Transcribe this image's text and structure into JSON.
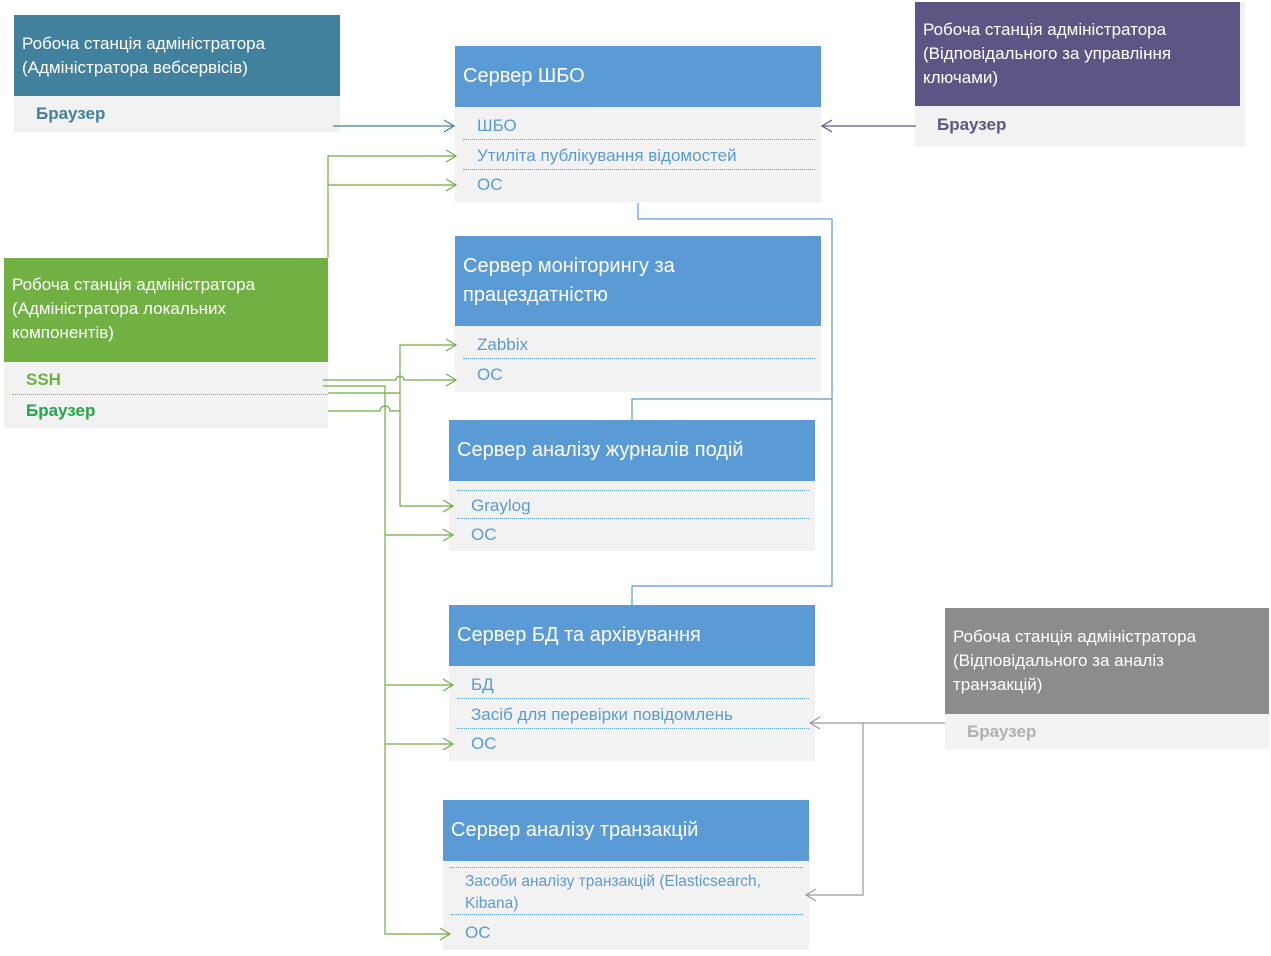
{
  "servers": {
    "shbo": {
      "title": "Сервер ШБО",
      "items": [
        "ШБО",
        "Утиліта публікування відомостей",
        "ОС"
      ]
    },
    "monitoring": {
      "title": "Сервер моніторингу за працездатністю",
      "items": [
        "Zabbix",
        "ОС"
      ]
    },
    "logs": {
      "title": "Сервер аналізу журналів подій",
      "items": [
        "Graylog",
        "ОС"
      ]
    },
    "db": {
      "title": "Сервер БД та архівування",
      "items": [
        "БД",
        "Засіб для перевірки повідомлень",
        "ОС"
      ]
    },
    "transactions": {
      "title": "Сервер аналізу транзакцій",
      "items": [
        "Засоби аналізу транзакцій (Elasticsearch, Kibana)",
        "ОС"
      ]
    }
  },
  "workstations": {
    "webservices": {
      "title": "Робоча станція адміністратора (Адміністратора вебсервісів)",
      "items": [
        "Браузер"
      ],
      "color": "#41819e"
    },
    "keys": {
      "title": "Робоча станція адміністратора (Відповідального за управління ключами)",
      "items": [
        "Браузер"
      ],
      "color": "#5d5685"
    },
    "local": {
      "title": "Робоча станція адміністратора (Адміністратора локальних компонентів)",
      "items": [
        "SSH",
        "Браузер"
      ],
      "color": "#71b043"
    },
    "analysis": {
      "title": "Робоча станція адміністратора (Відповідального за аналіз транзакцій)",
      "items": [
        "Браузер"
      ],
      "color": "#8c8c8c"
    }
  },
  "colors": {
    "server_header": "#5b9bd5",
    "body": "#f2f2f2",
    "green_line": "#70ad47",
    "blue_line": "#5b9bd5"
  }
}
